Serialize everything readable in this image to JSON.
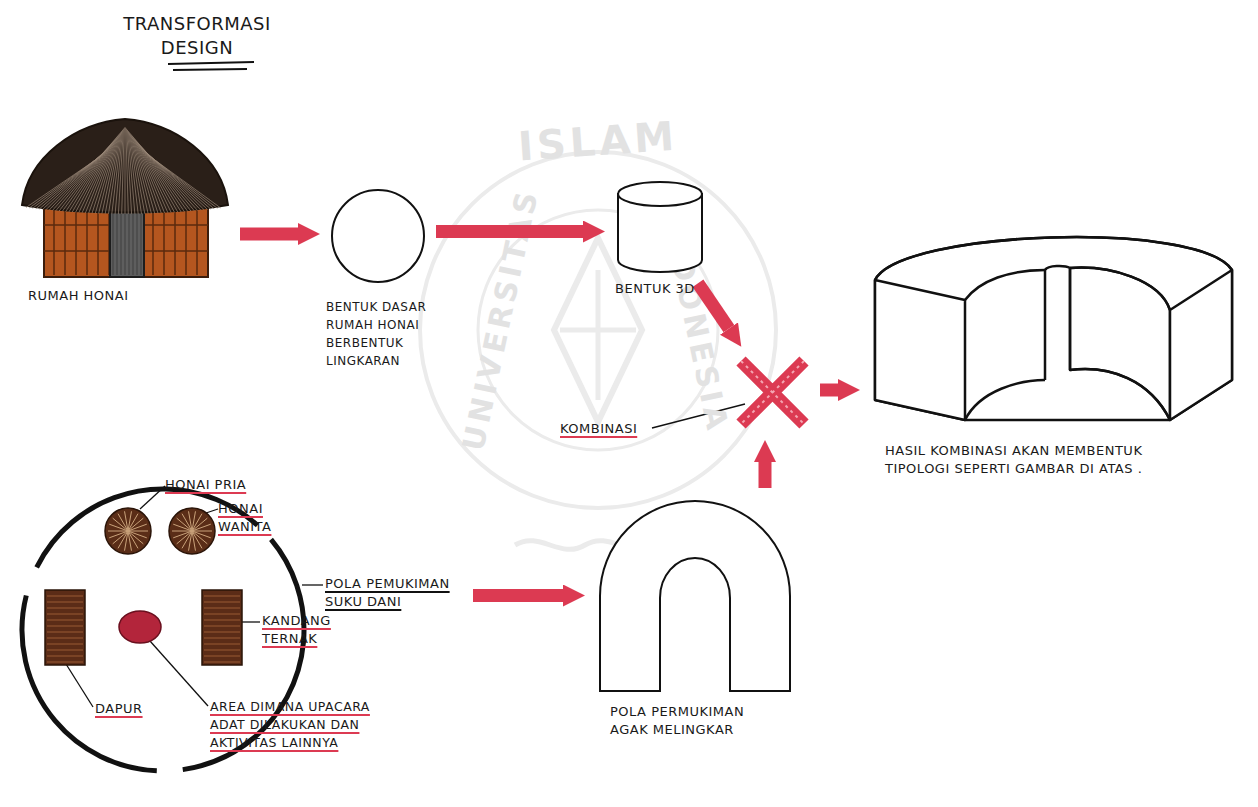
{
  "diagram": {
    "title": "TRANSFORMASI DESIGN",
    "nodes": [
      {
        "text": [
          "RUMAH HONAI"
        ]
      },
      {
        "text": [
          "BENTUK DASAR RUMAH HONAI BERBENTUK LINGKARAN"
        ]
      },
      {
        "text": [
          "BENTUK 3D"
        ]
      },
      {
        "text": [
          "KOMBINASI"
        ]
      },
      {
        "text": [
          "HASIL KOMBINASI AKAN MEMBENTUK TIPOLOGI SEPERTI GAMBAR DI ATAS ."
        ]
      },
      {
        "text": [
          "POLA PEMUKIMAN SUKU DANI"
        ]
      },
      {
        "text": [
          "HONAI PRIA"
        ],
        "in": 5
      },
      {
        "text": [
          "HONAI WANITA"
        ],
        "in": 5
      },
      {
        "text": [
          "DAPUR"
        ],
        "in": 5
      },
      {
        "text": [
          "AREA DIMANA UPACARA ADAT DILAKUKAN DAN AKTIVITAS LAINNYA"
        ],
        "in": 5
      },
      {
        "text": [
          "KANDANG TERNAK"
        ],
        "in": 5
      },
      {
        "text": [
          "POLA PERMUKIMAN AGAK MELINGKAR"
        ]
      }
    ],
    "edges": [
      {
        "from": 0,
        "to": 1,
        "arrow": "to"
      },
      {
        "from": 1,
        "to": 2,
        "arrow": "to"
      },
      {
        "from": 2,
        "to": 3,
        "arrow": "to"
      },
      {
        "from": 11,
        "to": 3,
        "arrow": "to"
      },
      {
        "from": 3,
        "to": 4,
        "arrow": "to"
      },
      {
        "from": 5,
        "to": 11,
        "arrow": "to"
      }
    ],
    "labels": [
      "ISLAM",
      "UNIVERSITAS",
      "INDONESIA"
    ]
  }
}
